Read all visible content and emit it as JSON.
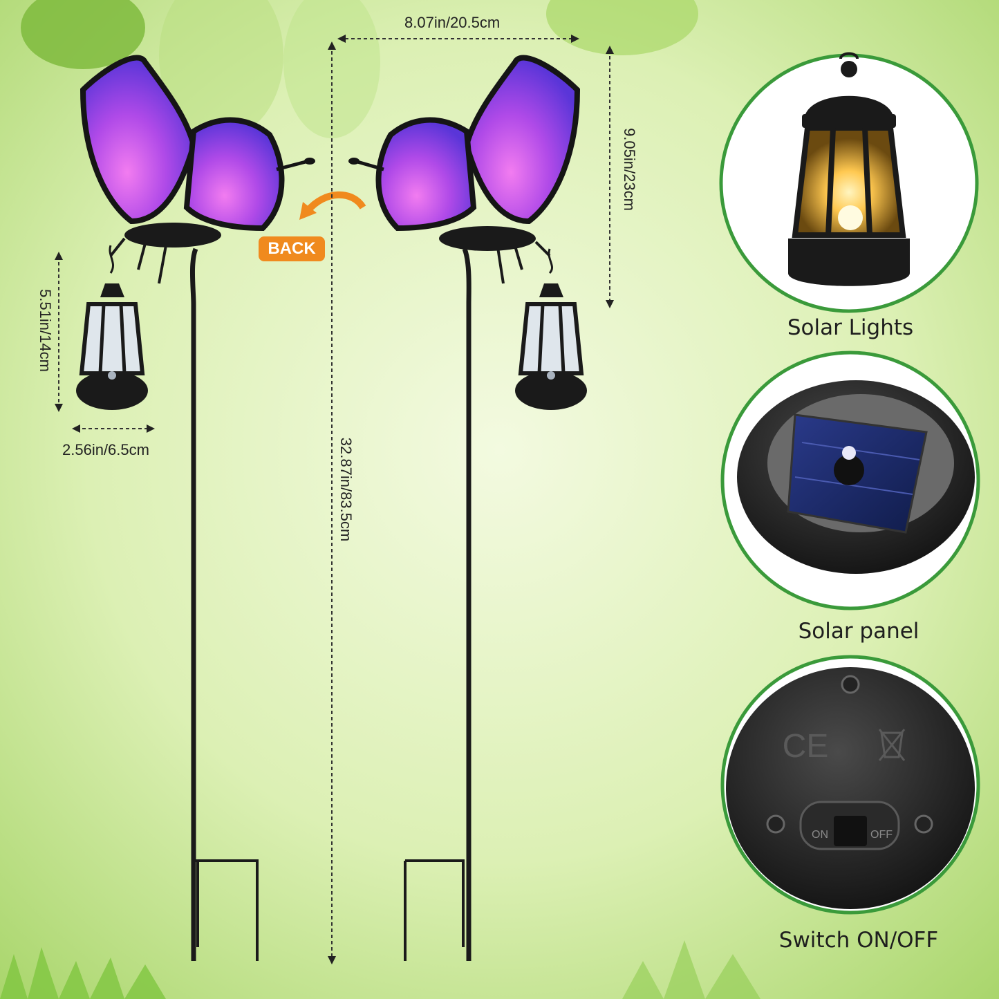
{
  "dimensions": {
    "width_label": "8.07in/20.5cm",
    "total_height_label": "32.87in/83.5cm",
    "butterfly_height_label": "9.05in/23cm",
    "lantern_height_label": "5.51in/14cm",
    "lantern_width_label": "2.56in/6.5cm"
  },
  "back_badge": "BACK",
  "features": [
    {
      "caption": "Solar Lights",
      "icon": "lantern-icon"
    },
    {
      "caption": "Solar panel",
      "icon": "solar-panel-icon"
    },
    {
      "caption": "Switch ON/OFF",
      "icon": "switch-icon"
    }
  ],
  "switch_labels": {
    "on": "ON",
    "off": "OFF"
  },
  "colors": {
    "accent_orange": "#f08a1e",
    "circle_border": "#3a9a3a",
    "wing_purple": "#6a3de0",
    "wing_pink": "#e04ad8"
  }
}
